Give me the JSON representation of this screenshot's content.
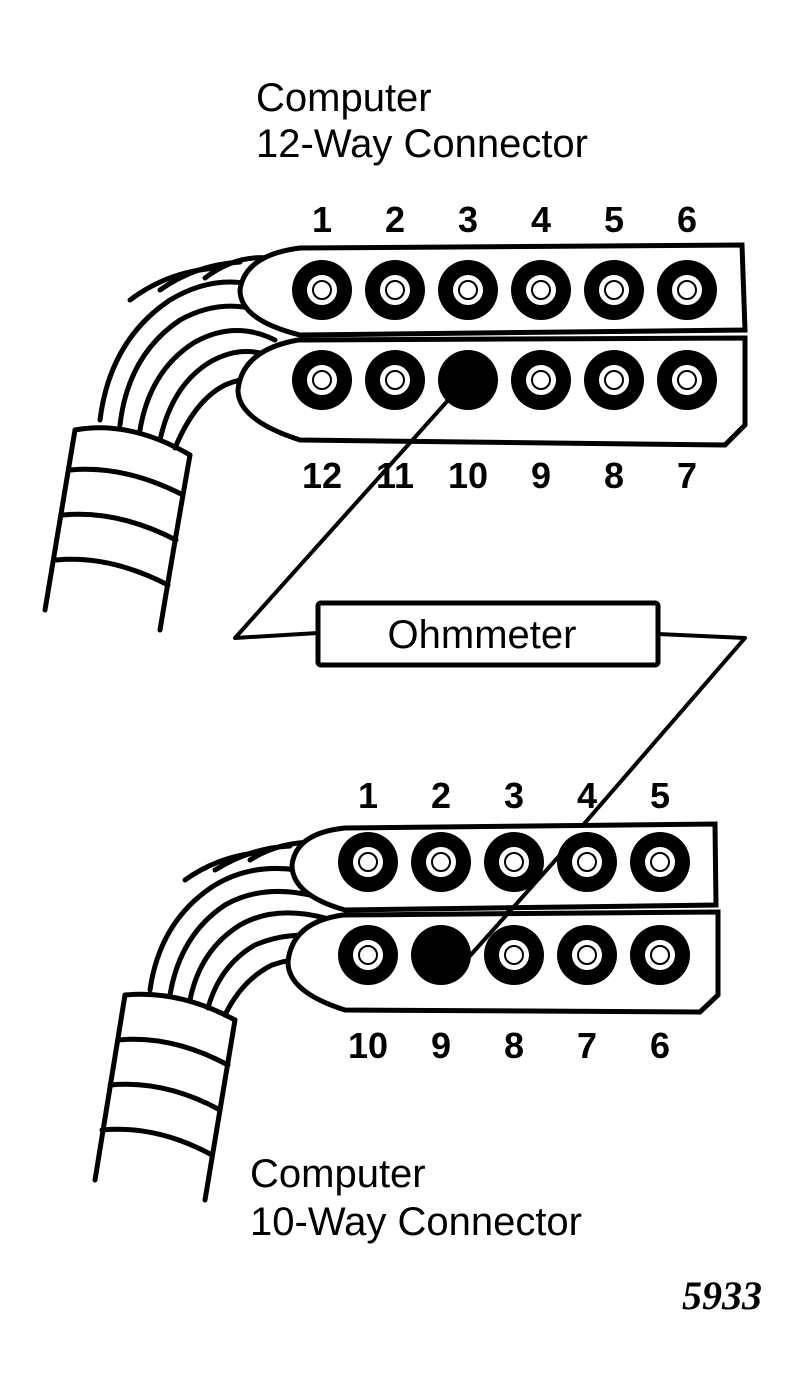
{
  "top_connector": {
    "title_line1": "Computer",
    "title_line2": "12-Way Connector",
    "top_row_pins": [
      "1",
      "2",
      "3",
      "4",
      "5",
      "6"
    ],
    "bottom_row_pins": [
      "12",
      "11",
      "10",
      "9",
      "8",
      "7"
    ],
    "probed_pin": "10"
  },
  "meter": {
    "label": "Ohmmeter"
  },
  "bottom_connector": {
    "top_row_pins": [
      "1",
      "2",
      "3",
      "4",
      "5"
    ],
    "bottom_row_pins": [
      "10",
      "9",
      "8",
      "7",
      "6"
    ],
    "probed_pin": "9",
    "title_line1": "Computer",
    "title_line2": "10-Way Connector"
  },
  "figure_number": "5933"
}
